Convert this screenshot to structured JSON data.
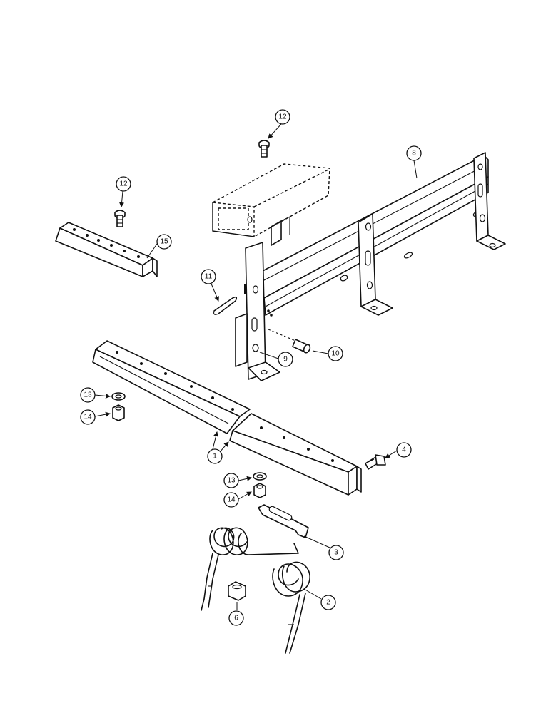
{
  "callouts": {
    "c12a": "12",
    "c12b": "12",
    "c8": "8",
    "c15": "15",
    "c11": "11",
    "c9": "9",
    "c10": "10",
    "c13a": "13",
    "c14a": "14",
    "c1": "1",
    "c4": "4",
    "c13b": "13",
    "c14b": "14",
    "c3": "3",
    "c2": "2",
    "c6": "6"
  }
}
